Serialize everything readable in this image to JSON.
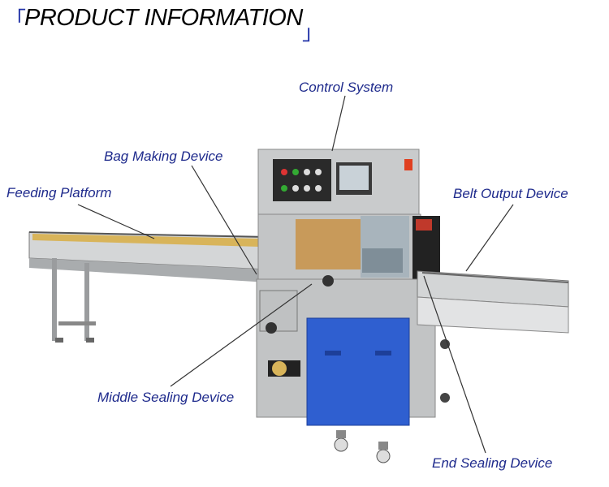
{
  "header": {
    "open_bracket": "「",
    "title": "PRODUCT INFORMATION",
    "close_bracket": "」"
  },
  "labels": {
    "control_system": "Control System",
    "bag_making_device": "Bag Making Device",
    "feeding_platform": "Feeding Platform",
    "belt_output_device": "Belt Output Device",
    "middle_sealing_device": "Middle Sealing Device",
    "end_sealing_device": "End Sealing Device"
  },
  "colors": {
    "label_text": "#1e2a8c",
    "bracket": "#2233a8",
    "machine_body": "#c9cbcc",
    "door_blue": "#2f5fd0",
    "leader_line": "#333333"
  }
}
